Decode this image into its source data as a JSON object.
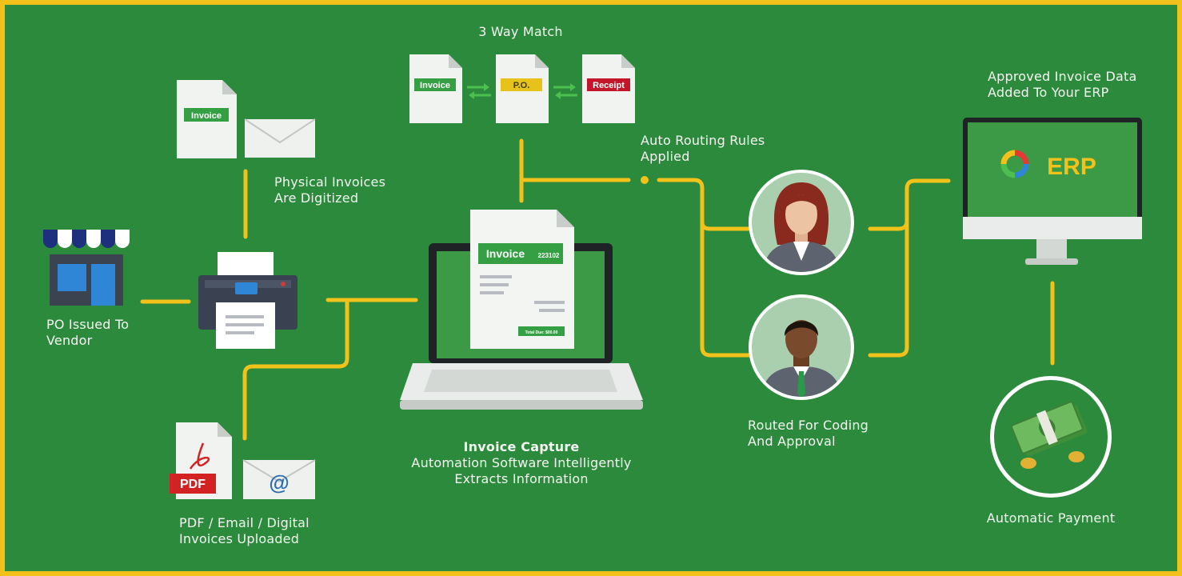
{
  "colors": {
    "background": "#2c8a3c",
    "frame": "#f2c21b",
    "connector": "#f2c21b",
    "tag_green": "#35a043",
    "tag_yellow": "#e7c21a",
    "tag_red": "#c4162a",
    "pdf_red": "#d32222",
    "envelope": "#eef1ee",
    "screen_green": "#3c9a46"
  },
  "labels": {
    "three_way_match": "3 Way Match",
    "physical_invoices": [
      "Physical Invoices",
      "Are Digitized"
    ],
    "po_issued": [
      "PO Issued To",
      "Vendor"
    ],
    "pdf_email": [
      "PDF / Email / Digital",
      "Invoices Uploaded"
    ],
    "invoice_capture_title": "Invoice Capture",
    "invoice_capture_desc": [
      "Automation Software Intelligently",
      "Extracts Information"
    ],
    "auto_routing": [
      "Auto Routing Rules",
      "Applied"
    ],
    "routed_coding": [
      "Routed For Coding",
      "And Approval"
    ],
    "approved_erp": [
      "Approved Invoice Data",
      "Added To Your ERP"
    ],
    "automatic_payment": "Automatic Payment"
  },
  "documents": {
    "match_tags": [
      "Invoice",
      "P.O.",
      "Receipt"
    ],
    "physical_tag": "Invoice",
    "laptop_doc_tag": "Invoice",
    "laptop_doc_number": "223102",
    "laptop_doc_footer": "Total Due: $00.00",
    "pdf_badge": "PDF",
    "email_symbol": "@"
  },
  "erp": {
    "label": "ERP"
  },
  "icons": [
    "storefront-icon",
    "printer-icon",
    "invoice-document-icon",
    "envelope-icon",
    "pdf-file-icon",
    "email-at-icon",
    "laptop-icon",
    "female-approver-avatar",
    "male-approver-avatar",
    "erp-monitor-icon",
    "money-payment-icon",
    "double-arrow-icon"
  ]
}
